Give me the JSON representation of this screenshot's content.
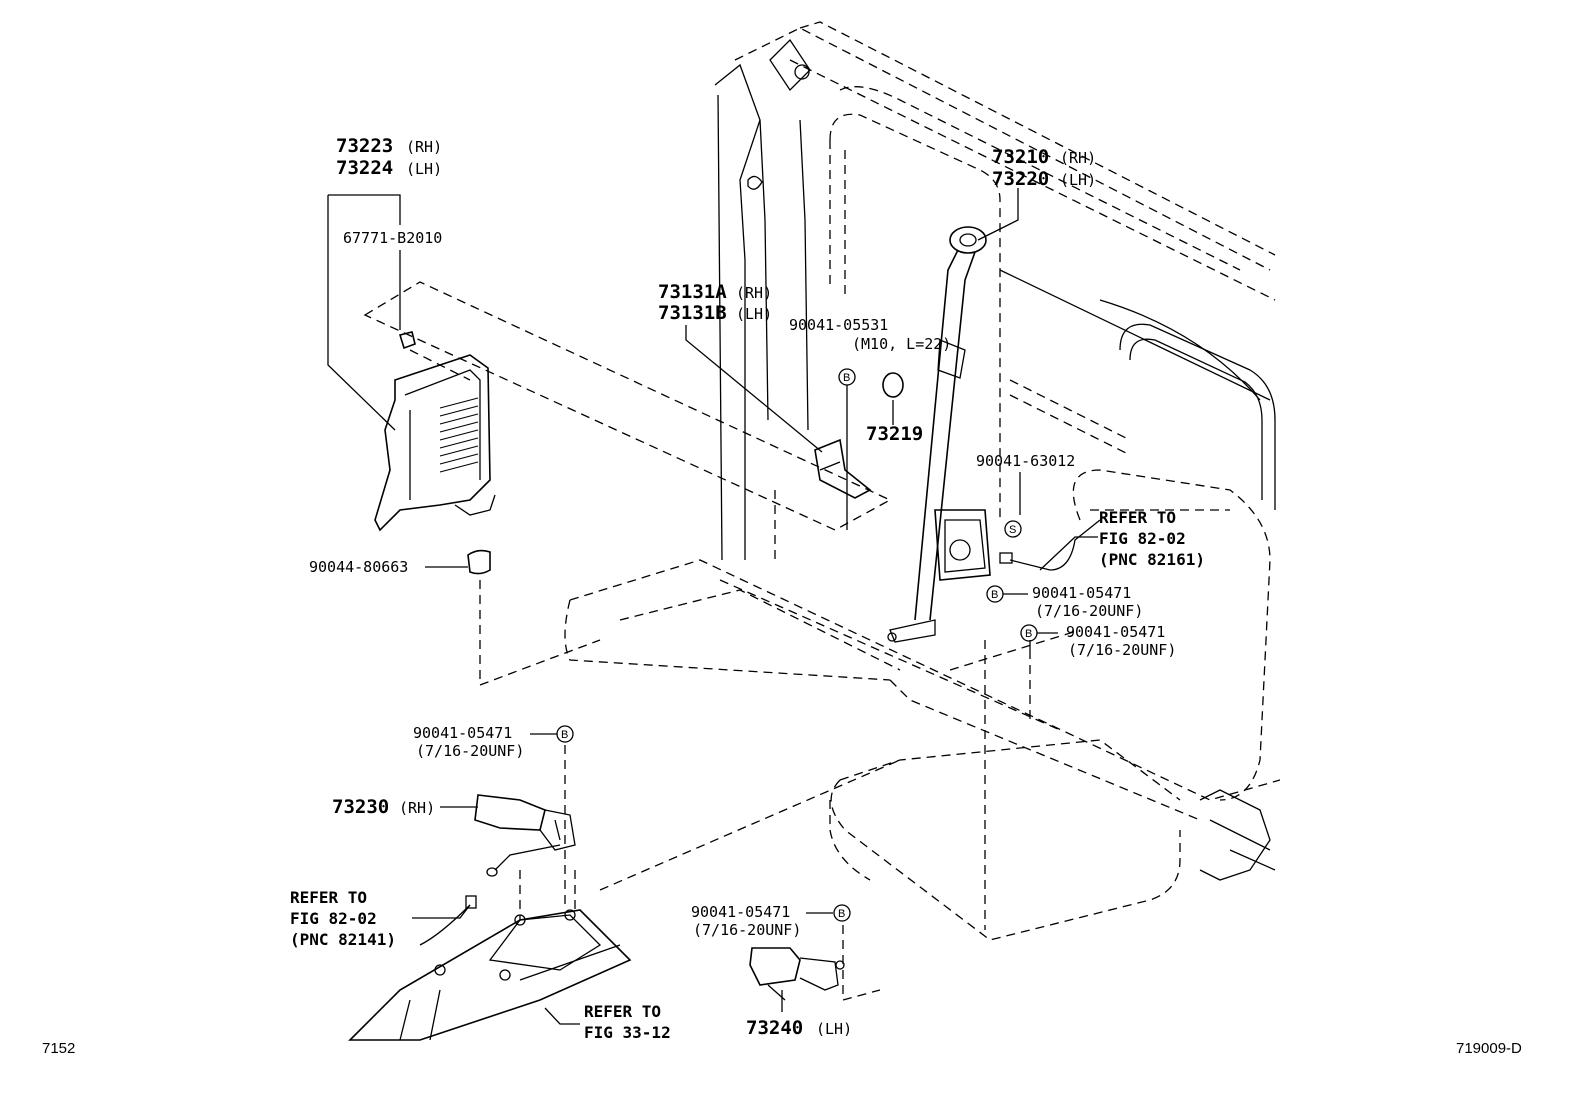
{
  "diagram": {
    "corner_left": "7152",
    "corner_right": "719009-D",
    "callouts": {
      "c73223": {
        "num": "73223",
        "sfx": "(RH)"
      },
      "c73224": {
        "num": "73224",
        "sfx": "(LH)"
      },
      "c67771": {
        "num": "67771-B2010"
      },
      "c90044": {
        "num": "90044-80663"
      },
      "c73131a": {
        "num": "73131A",
        "sfx": "(RH)"
      },
      "c73131b": {
        "num": "73131B",
        "sfx": "(LH)"
      },
      "c90041_05531": {
        "num": "90041-05531",
        "sub": "(M10, L=22)",
        "mark": "B"
      },
      "c73219": {
        "num": "73219"
      },
      "c73210": {
        "num": "73210",
        "sfx": "(RH)"
      },
      "c73220": {
        "num": "73220",
        "sfx": "(LH)"
      },
      "c90041_63012": {
        "num": "90041-63012",
        "mark": "S"
      },
      "ref_right": {
        "l1": "REFER TO",
        "l2": "FIG 82-02",
        "l3": "(PNC 82161)"
      },
      "c90041_05471_a": {
        "num": "90041-05471",
        "sub": "(7/16-20UNF)",
        "mark": "B"
      },
      "c90041_05471_b": {
        "num": "90041-05471",
        "sub": "(7/16-20UNF)",
        "mark": "B"
      },
      "c90041_05471_c": {
        "num": "90041-05471",
        "sub": "(7/16-20UNF)",
        "mark": "B"
      },
      "c73230": {
        "num": "73230",
        "sfx": "(RH)"
      },
      "ref_left": {
        "l1": "REFER TO",
        "l2": "FIG 82-02",
        "l3": "(PNC 82141)"
      },
      "c90041_05471_d": {
        "num": "90041-05471",
        "sub": "(7/16-20UNF)",
        "mark": "B"
      },
      "ref_bottom": {
        "l1": "REFER TO",
        "l2": "FIG 33-12"
      },
      "c73240": {
        "num": "73240",
        "sfx": "(LH)"
      }
    }
  }
}
